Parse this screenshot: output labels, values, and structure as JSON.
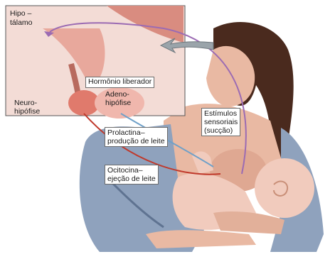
{
  "labels": {
    "hypothalamus_line1": "Hipo –",
    "hypothalamus_line2": "tálamo",
    "releasing_hormone": "Hormônio liberador",
    "neurohypophysis_line1": "Neuro-",
    "neurohypophysis_line2": "hipófise",
    "adenohypophysis_line1": "Adeno-",
    "adenohypophysis_line2": "hipófise",
    "stimuli_line1": "Estímulos",
    "stimuli_line2": "sensoriais",
    "stimuli_line3": "(sucção)",
    "prolactin_line1": "Prolactina–",
    "prolactin_line2": "produção de leite",
    "oxytocin_line1": "Ocitocina–",
    "oxytocin_line2": "ejeção de leite"
  },
  "colors": {
    "skin": "#e9b9a3",
    "skin_shadow": "#c98f78",
    "hair": "#4a2a1e",
    "shirt": "#8fa2bd",
    "shirt_shadow": "#5f7391",
    "baby_skin": "#f1cbbd",
    "brain_tissue": "#d98c80",
    "inset_bg": "#f3dcd6",
    "pathway_red": "#c0392b",
    "pathway_purple": "#9b6bb3",
    "pathway_blue": "#6fa0c8"
  }
}
